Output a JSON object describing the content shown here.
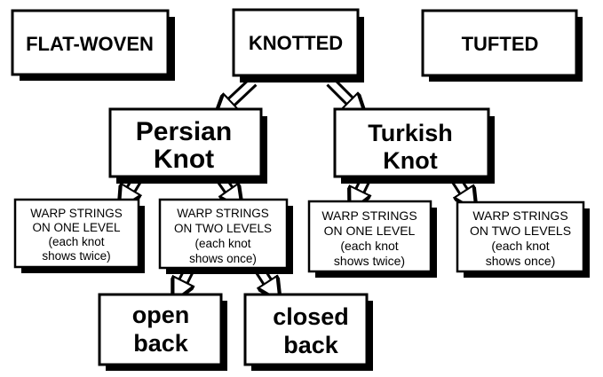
{
  "nodes": {
    "flat_woven": "FLAT-WOVEN",
    "knotted": "KNOTTED",
    "tufted": "TUFTED",
    "persian": [
      "Persian",
      "Knot"
    ],
    "turkish": [
      "Turkish",
      "Knot"
    ],
    "persian_one_level": [
      "WARP STRINGS",
      "ON ONE LEVEL",
      "(each knot",
      "shows twice)"
    ],
    "persian_two_levels": [
      "WARP STRINGS",
      "ON TWO LEVELS",
      "(each knot",
      "shows once)"
    ],
    "turkish_one_level": [
      "WARP STRINGS",
      "ON ONE LEVEL",
      "(each knot",
      "shows twice)"
    ],
    "turkish_two_levels": [
      "WARP STRINGS",
      "ON TWO LEVELS",
      "(each knot",
      "shows once)"
    ],
    "open_back": [
      "open",
      "back"
    ],
    "closed_back": [
      "closed",
      "back"
    ]
  },
  "colors": {
    "ink": "#000000",
    "paper": "#ffffff"
  }
}
